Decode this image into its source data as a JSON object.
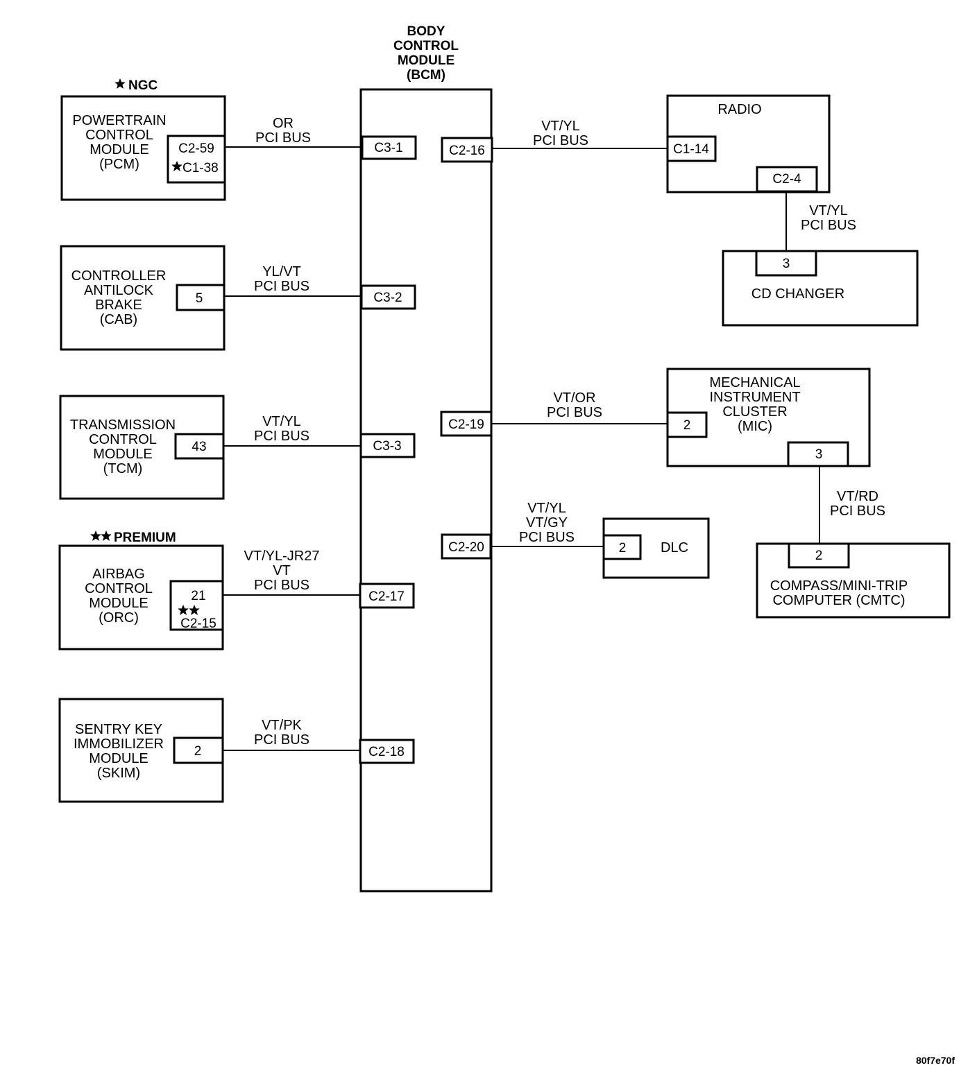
{
  "bcm": {
    "title_lines": [
      "BODY",
      "CONTROL",
      "MODULE",
      "(BCM)"
    ]
  },
  "bcm_pins": {
    "c3_1": "C3-1",
    "c3_2": "C3-2",
    "c3_3": "C3-3",
    "c2_17": "C2-17",
    "c2_18": "C2-18",
    "c2_16": "C2-16",
    "c2_19": "C2-19",
    "c2_20": "C2-20"
  },
  "pcm": {
    "note": "NGC",
    "name_lines": [
      "POWERTRAIN",
      "CONTROL",
      "MODULE",
      "(PCM)"
    ],
    "pin_lines": [
      "C2-59",
      "C1-38"
    ],
    "wire_lines": [
      "OR",
      "PCI BUS"
    ]
  },
  "cab": {
    "name_lines": [
      "CONTROLLER",
      "ANTILOCK",
      "BRAKE",
      "(CAB)"
    ],
    "pin": "5",
    "wire_lines": [
      "YL/VT",
      "PCI BUS"
    ]
  },
  "tcm": {
    "name_lines": [
      "TRANSMISSION",
      "CONTROL",
      "MODULE",
      "(TCM)"
    ],
    "pin": "43",
    "wire_lines": [
      "VT/YL",
      "PCI BUS"
    ]
  },
  "orc": {
    "note": "PREMIUM",
    "name_lines": [
      "AIRBAG",
      "CONTROL",
      "MODULE",
      "(ORC)"
    ],
    "pin_lines": [
      "21",
      "C2-15"
    ],
    "wire_lines": [
      "VT/YL-JR27",
      "VT",
      "PCI BUS"
    ]
  },
  "skim": {
    "name_lines": [
      "SENTRY KEY",
      "IMMOBILIZER",
      "MODULE",
      "(SKIM)"
    ],
    "pin": "2",
    "wire_lines": [
      "VT/PK",
      "PCI BUS"
    ]
  },
  "radio": {
    "name": "RADIO",
    "pin_in": "C1-14",
    "pin_out": "C2-4",
    "wire_lines": [
      "VT/YL",
      "PCI BUS"
    ]
  },
  "cd_changer": {
    "name": "CD CHANGER",
    "pin": "3",
    "wire_lines": [
      "VT/YL",
      "PCI BUS"
    ]
  },
  "mic": {
    "name_lines": [
      "MECHANICAL",
      "INSTRUMENT",
      "CLUSTER",
      "(MIC)"
    ],
    "pin_in": "2",
    "pin_out": "3",
    "wire_lines": [
      "VT/OR",
      "PCI BUS"
    ]
  },
  "cmtc": {
    "name_lines": [
      "COMPASS/MINI-TRIP",
      "COMPUTER (CMTC)"
    ],
    "pin": "2",
    "wire_lines": [
      "VT/RD",
      "PCI BUS"
    ]
  },
  "dlc": {
    "name": "DLC",
    "pin": "2",
    "wire_lines": [
      "VT/YL",
      "VT/GY",
      "PCI BUS"
    ]
  },
  "figure_code": "80f7e70f",
  "icons": {
    "single_star": "star-icon",
    "double_star": "double-star-icon"
  }
}
